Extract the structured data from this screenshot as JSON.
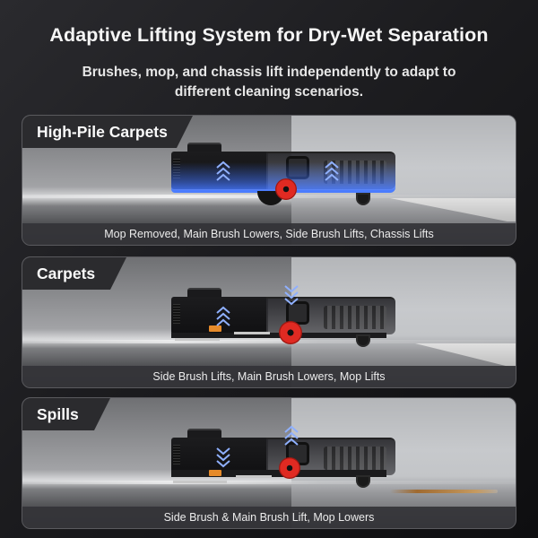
{
  "header": {
    "title": "Adaptive Lifting System for Dry-Wet Separation",
    "subtitle": "Brushes, mop, and chassis lift independently to adapt to different cleaning scenarios."
  },
  "colors": {
    "background": "#1c1c1f",
    "tab_bg": "#2b2b2e",
    "caption_bg": "#343438",
    "arrow_blue": "#7fa3ff",
    "chassis_glow": "#4a7cff",
    "brush_red": "#e02a22",
    "tag_orange": "#e58a2a"
  },
  "scenarios": [
    {
      "label": "High-Pile Carpets",
      "caption": "Mop Removed, Main Brush Lowers, Side Brush Lifts, Chassis Lifts",
      "arrows": [
        {
          "position": "front",
          "direction": "up",
          "icon": "chevron-up-triple-icon"
        },
        {
          "position": "rear",
          "direction": "up",
          "icon": "chevron-up-triple-icon"
        }
      ],
      "floor": "high-pile carpet",
      "chassis_highlight": true
    },
    {
      "label": "Carpets",
      "caption": "Side Brush Lifts, Main Brush Lowers, Mop Lifts",
      "arrows": [
        {
          "position": "front",
          "direction": "up",
          "icon": "chevron-up-triple-icon"
        },
        {
          "position": "main-brush",
          "direction": "down",
          "icon": "chevron-down-triple-icon"
        }
      ],
      "floor": "carpet",
      "chassis_highlight": false
    },
    {
      "label": "Spills",
      "caption": "Side Brush & Main Brush Lift, Mop Lowers",
      "arrows": [
        {
          "position": "front",
          "direction": "down",
          "icon": "chevron-down-triple-icon"
        },
        {
          "position": "main-brush",
          "direction": "up",
          "icon": "chevron-up-triple-icon"
        }
      ],
      "floor": "liquid spill",
      "chassis_highlight": false
    }
  ]
}
